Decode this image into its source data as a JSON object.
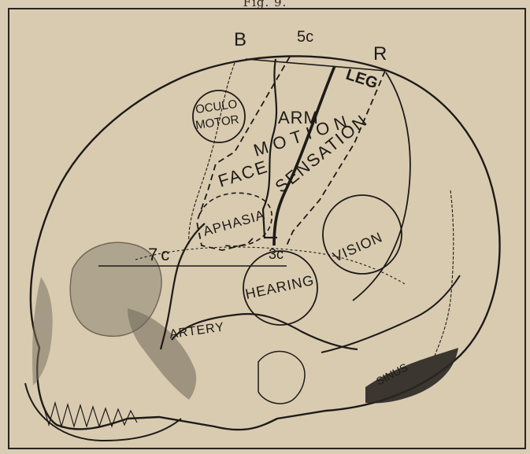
{
  "figure": {
    "caption": "Fig. 9."
  },
  "labels": {
    "b": "B",
    "five_c": "5c",
    "r": "R",
    "leg": "LEG",
    "oculo": "OCULO",
    "motor": "MOTOR",
    "arm": "ARM",
    "motion": "MOTION",
    "sensation": "SENSATION",
    "face": "FACE",
    "aphasia": "APHASIA",
    "seven_c": "7c",
    "three_c": "3c",
    "vision": "VISION",
    "hearing": "HEARING",
    "artery": "ARTERY",
    "sinus": "SINUS"
  },
  "colors": {
    "paper": "#d8cbb0",
    "ink": "#1e1a17"
  }
}
